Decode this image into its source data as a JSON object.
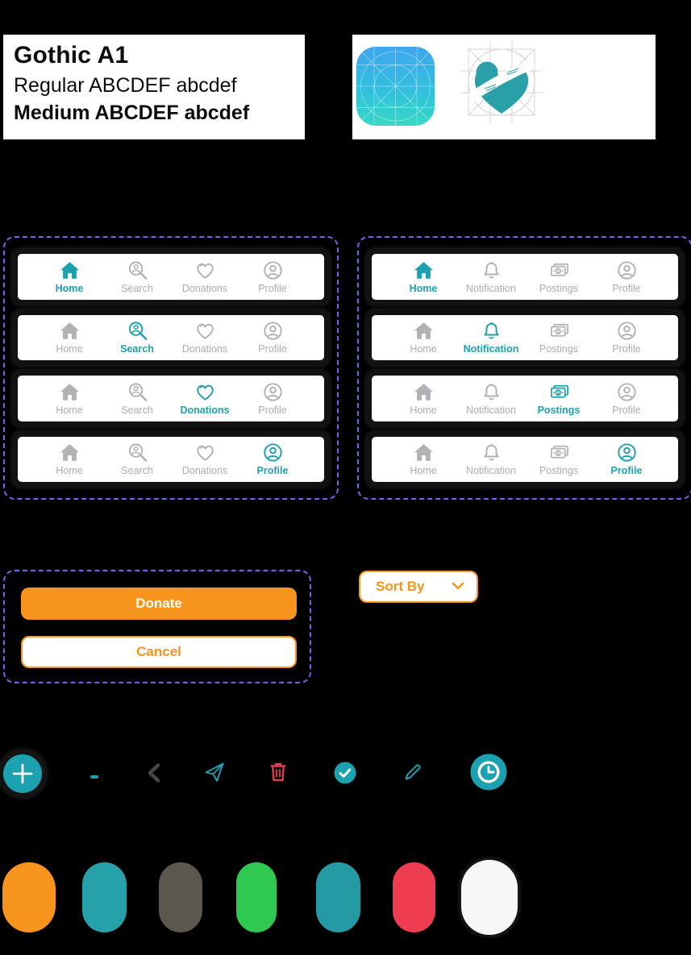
{
  "typography": {
    "family_name": "Gothic A1",
    "samples": [
      {
        "label": "Regular ABCDEF abcdef"
      },
      {
        "label": "Medium ABCDEF abcdef"
      }
    ]
  },
  "branding": {
    "app_icon": "ios-app-icon-gradient-grid",
    "logo": "heart-with-hands-logo"
  },
  "tabbar_sections": [
    {
      "name": "main-tabbar",
      "tabs": [
        {
          "label": "Home",
          "icon": "home-icon"
        },
        {
          "label": "Search",
          "icon": "search-icon"
        },
        {
          "label": "Donations",
          "icon": "heart-icon"
        },
        {
          "label": "Profile",
          "icon": "profile-icon"
        }
      ],
      "rows": [
        {
          "active_tab": 0
        },
        {
          "active_tab": 1
        },
        {
          "active_tab": 2
        },
        {
          "active_tab": 3
        }
      ]
    },
    {
      "name": "secondary-tabbar",
      "tabs": [
        {
          "label": "Home",
          "icon": "home-icon"
        },
        {
          "label": "Notification",
          "icon": "bell-icon"
        },
        {
          "label": "Postings",
          "icon": "money-icon"
        },
        {
          "label": "Profile",
          "icon": "profile-icon"
        }
      ],
      "rows": [
        {
          "active_tab": 0
        },
        {
          "active_tab": 1
        },
        {
          "active_tab": 2
        },
        {
          "active_tab": 3
        }
      ]
    }
  ],
  "buttons": {
    "donate_label": "Donate",
    "cancel_label": "Cancel"
  },
  "dropdown": {
    "label": "Sort By",
    "icon": "chevron-down-icon"
  },
  "icon_set": [
    "plus-icon",
    "minus-icon",
    "back-chevron-icon",
    "send-icon",
    "trash-icon",
    "check-icon",
    "edit-pencil-icon",
    "clock-icon"
  ],
  "colors": {
    "accent_orange": "#F7941E",
    "accent_teal": "#1BA1AF",
    "danger_red": "#EE3D50",
    "frame_purple": "#7166F0",
    "inactive_gray": "#ADADAF",
    "palette": [
      {
        "name": "orange",
        "hex": "#F7941E"
      },
      {
        "name": "teal",
        "hex": "#26A0A9"
      },
      {
        "name": "taupe",
        "hex": "#5B564E"
      },
      {
        "name": "green",
        "hex": "#2FC951"
      },
      {
        "name": "teal-deep",
        "hex": "#249BA4"
      },
      {
        "name": "red",
        "hex": "#EE3D50"
      },
      {
        "name": "white",
        "hex": "#F7F7F7"
      }
    ]
  }
}
